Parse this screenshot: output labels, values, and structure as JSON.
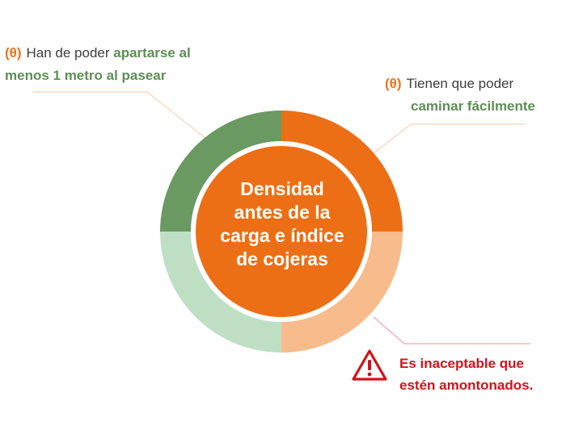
{
  "center_title_lines": [
    "Densidad",
    "antes de la",
    "carga e índice",
    "de cojeras"
  ],
  "left_label": {
    "icon": "theta-icon",
    "icon_glyph": "(θ)",
    "plain": "Han de poder ",
    "bold_1": "apartarse al",
    "bold_2": "menos 1 metro al pasear"
  },
  "right_label": {
    "icon": "theta-icon",
    "icon_glyph": "(θ)",
    "plain": "Tienen que poder",
    "bold": "caminar fácilmente"
  },
  "warning": {
    "icon": "warning-triangle-icon",
    "line1": "Es inaceptable que",
    "line2": "estén amontonados."
  },
  "colors": {
    "orange": "#ec6f16",
    "light_orange": "#f8bb8c",
    "green": "#6a9962",
    "light_green": "#bfdfc4",
    "red": "#d0141b"
  }
}
